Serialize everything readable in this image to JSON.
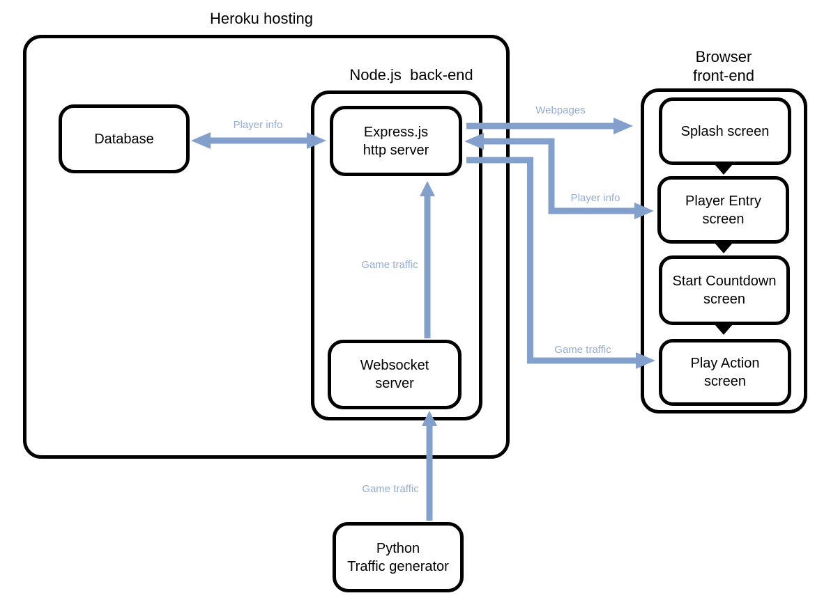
{
  "diagram": {
    "containers": {
      "heroku": {
        "title": "Heroku hosting"
      },
      "nodejs": {
        "title": "Node.js  back-end"
      },
      "browser": {
        "title": "Browser\nfront-end"
      }
    },
    "nodes": {
      "database": {
        "label": "Database"
      },
      "express": {
        "label": "Express.js\nhttp server"
      },
      "websocket": {
        "label": "Websocket\nserver"
      },
      "python": {
        "label": "Python\nTraffic generator"
      },
      "splash": {
        "label": "Splash screen"
      },
      "player_entry": {
        "label": "Player Entry\nscreen"
      },
      "start_countdown": {
        "label": "Start Countdown\nscreen"
      },
      "play_action": {
        "label": "Play Action\nscreen"
      }
    },
    "edges": {
      "db_express": {
        "label": "Player info",
        "direction": "bidirectional"
      },
      "express_splash": {
        "label": "Webpages",
        "direction": "to-splash"
      },
      "express_player_entry": {
        "label": "Player info",
        "direction": "bidirectional"
      },
      "express_play_action": {
        "label": "Game traffic",
        "direction": "to-play-action"
      },
      "websocket_express": {
        "label": "Game traffic",
        "direction": "to-express"
      },
      "python_websocket": {
        "label": "Game traffic",
        "direction": "to-websocket"
      }
    },
    "colors": {
      "arrow": "#82A0CB",
      "edge_label": "#95ACD4",
      "box_border": "#000000",
      "text": "#000000",
      "background": "#FFFFFF"
    }
  }
}
